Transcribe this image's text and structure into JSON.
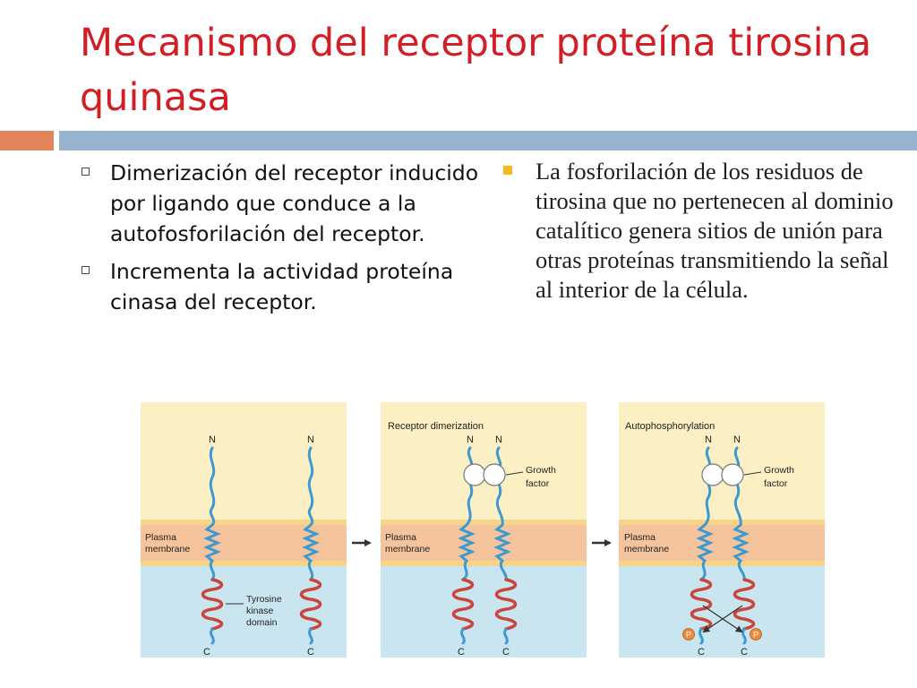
{
  "title": "Mecanismo del receptor proteína tirosina quinasa",
  "left_bullets": [
    "Dimerización del receptor inducido por ligando que conduce a la autofosforilación del receptor.",
    "Incrementa la actividad proteína cinasa del receptor."
  ],
  "right_bullets": [
    "La fosforilación de los residuos de tirosina que no pertenecen al dominio catalítico genera sitios de unión para otras proteínas transmitiendo la señal al interior de la célula."
  ],
  "figure": {
    "panel1": {
      "n_left": "N",
      "n_right": "N",
      "c_left": "C",
      "c_right": "C",
      "membrane": [
        "Plasma",
        "membrane"
      ],
      "kinase": [
        "Tyrosine",
        "kinase",
        "domain"
      ]
    },
    "panel2": {
      "heading": "Receptor dimerization",
      "n_left": "N",
      "n_right": "N",
      "c_left": "C",
      "c_right": "C",
      "membrane": [
        "Plasma",
        "membrane"
      ],
      "growth": [
        "Growth",
        "factor"
      ]
    },
    "panel3": {
      "heading": "Autophosphorylation",
      "n_left": "N",
      "n_right": "N",
      "c_left": "C",
      "c_right": "C",
      "membrane": [
        "Plasma",
        "membrane"
      ],
      "growth": [
        "Growth",
        "factor"
      ],
      "p_left": "P",
      "p_right": "P"
    }
  },
  "colors": {
    "title": "#d21f26",
    "extracellular": "#fbefc4",
    "membrane": "#f6c49c",
    "membrane_edge": "#f6d48a",
    "cytoplasm": "#c9e5ef",
    "receptor": "#3d9ad0",
    "kinase": "#c9473a",
    "phosphate": "#ee8a35"
  }
}
